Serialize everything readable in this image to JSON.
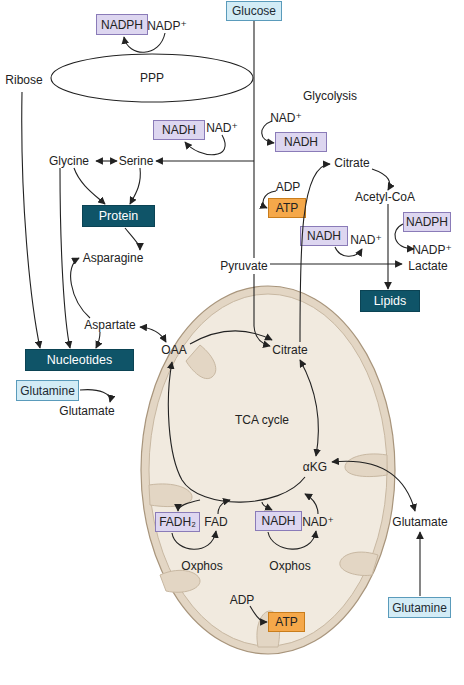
{
  "diagram": {
    "nodes": [
      {
        "text": [
          "Glucose"
        ]
      },
      {
        "text": [
          "NADPH"
        ]
      },
      {
        "text": [
          "PPP"
        ]
      },
      {
        "text": [
          "NADH"
        ]
      },
      {
        "text": [
          "NADH"
        ]
      },
      {
        "text": [
          "ATP"
        ]
      },
      {
        "text": [
          "Protein"
        ]
      },
      {
        "text": [
          "NADPH"
        ]
      },
      {
        "text": [
          "NADH"
        ]
      },
      {
        "text": [
          "Lipids"
        ]
      },
      {
        "text": [
          "OAA",
          "Citrate",
          "TCA cycle",
          "αKG",
          "FAD",
          "NAD⁺",
          "Oxphos",
          "Oxphos",
          "ADP"
        ]
      },
      {
        "text": [
          "Nucleotides"
        ]
      },
      {
        "text": [
          "Glutamine"
        ]
      },
      {
        "text": [
          "FADH₂"
        ],
        "in": 10
      },
      {
        "text": [
          "NADH"
        ],
        "in": 10
      },
      {
        "text": [
          "ATP"
        ],
        "in": 10
      },
      {
        "text": [
          "Glutamine"
        ]
      }
    ],
    "labels": [
      "NADP⁺",
      "Ribose",
      "Glycolysis",
      "NAD⁺",
      "NAD⁺",
      "Glycine",
      "Serine",
      "ADP",
      "Citrate",
      "Acetyl-CoA",
      "NAD⁺",
      "Asparagine",
      "Pyruvate",
      "Lactate",
      "NADP⁺",
      "Aspartate",
      "Glutamate",
      "Glutamate"
    ]
  }
}
